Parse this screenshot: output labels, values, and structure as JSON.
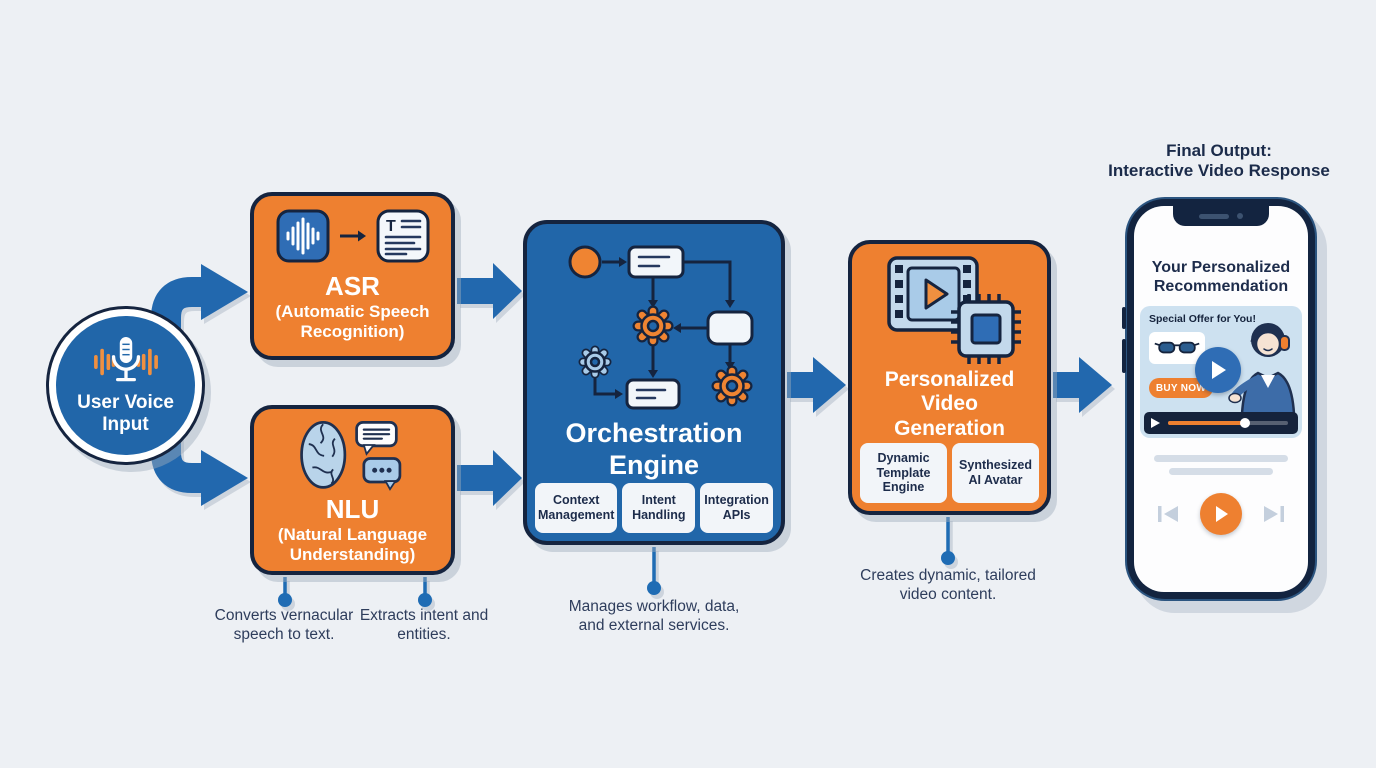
{
  "palette": {
    "background": "#edf0f4",
    "primary_blue": "#2166a9",
    "arrow_blue": "#2268ae",
    "accent_orange": "#ee8030",
    "outline_navy": "#15243f",
    "text_navy": "#1d2c4b",
    "caption_text": "#2e3d5c",
    "connector_blue": "#1f6cb4",
    "card_light_blue": "#cde1f0"
  },
  "header": {
    "final_output_line1": "Final Output:",
    "final_output_line2": "Interactive Video Response"
  },
  "nodes": {
    "voice_input": {
      "label": "User Voice Input",
      "icon": "microphone-with-sound-waves-icon"
    },
    "asr": {
      "title": "ASR",
      "subtitle": "(Automatic Speech Recognition)",
      "icons": [
        "audio-waveform-icon",
        "arrow-right-icon",
        "transcript-document-icon"
      ],
      "caption": "Converts vernacular speech to text."
    },
    "nlu": {
      "title": "NLU",
      "subtitle": "(Natural Language Understanding)",
      "icons": [
        "brain-icon",
        "chat-bubbles-icon"
      ],
      "caption": "Extracts intent and entities."
    },
    "orchestration": {
      "title": "Orchestration Engine",
      "icon": "workflow-flowchart-icon",
      "sub_boxes": [
        "Context Management",
        "Intent Handling",
        "Integration APIs"
      ],
      "caption": "Manages workflow, data, and external services."
    },
    "video_generation": {
      "title": "Personalized Video Generation",
      "icons": [
        "film-strip-play-icon",
        "processor-chip-icon"
      ],
      "sub_boxes": [
        "Dynamic Template Engine",
        "Synthesized AI Avatar"
      ],
      "caption": "Creates dynamic, tailored video content."
    }
  },
  "icon_glyphs": {
    "transcript_t": "T"
  },
  "phone": {
    "screen_title": "Your Personalized Recommendation",
    "video_card": {
      "offer_text": "Special Offer for You!",
      "buy_button_label": "BUY NOW",
      "icons": [
        "sunglasses-icon",
        "play-button-icon",
        "ai-avatar-presenter-icon"
      ],
      "progress_percent": 62
    },
    "player_controls": [
      "previous-track-icon",
      "play-icon",
      "next-track-icon"
    ]
  }
}
